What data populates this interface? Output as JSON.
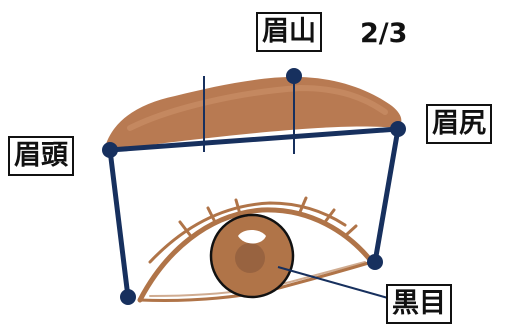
{
  "labels": {
    "brow_peak": "眉山",
    "ratio": "2/3",
    "brow_tail": "眉尻",
    "brow_head": "眉頭",
    "iris": "黒目"
  },
  "colors": {
    "brow": "#b87a52",
    "brow_light": "#d29a72",
    "line": "#17305e",
    "iris_outline": "#111111",
    "eye_sketch": "#b07448"
  }
}
